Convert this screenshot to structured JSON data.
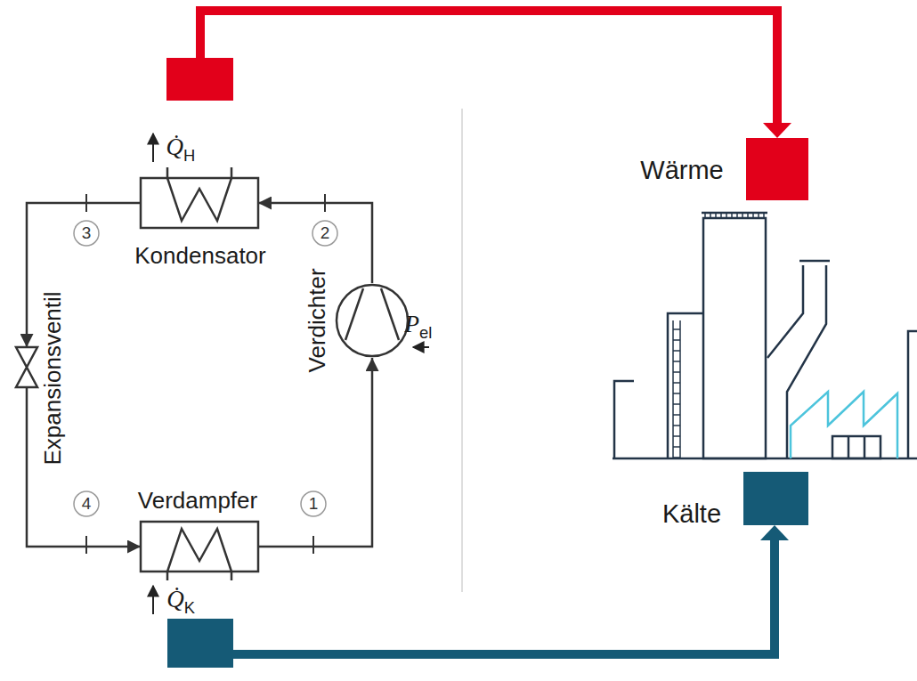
{
  "diagram": {
    "nodes": [
      {
        "text": [
          "Kondensator"
        ]
      },
      {
        "text": [
          "Expansionsventil"
        ]
      },
      {
        "text": [
          "Verdichter"
        ]
      },
      {
        "text": [
          "Verdampfer"
        ]
      },
      {
        "text": [
          "Wärme"
        ]
      },
      {
        "text": [
          "Kälte"
        ]
      }
    ],
    "edges": [
      {
        "from": 0,
        "to": 1,
        "arrow": "to"
      },
      {
        "from": 1,
        "to": 3,
        "arrow": "to"
      },
      {
        "from": 3,
        "to": 2,
        "arrow": "to"
      },
      {
        "from": 2,
        "to": 0,
        "arrow": "to"
      }
    ],
    "labels": [
      "Q̇H",
      "3",
      "2",
      "Pel",
      "4",
      "1",
      "Q̇K"
    ]
  }
}
